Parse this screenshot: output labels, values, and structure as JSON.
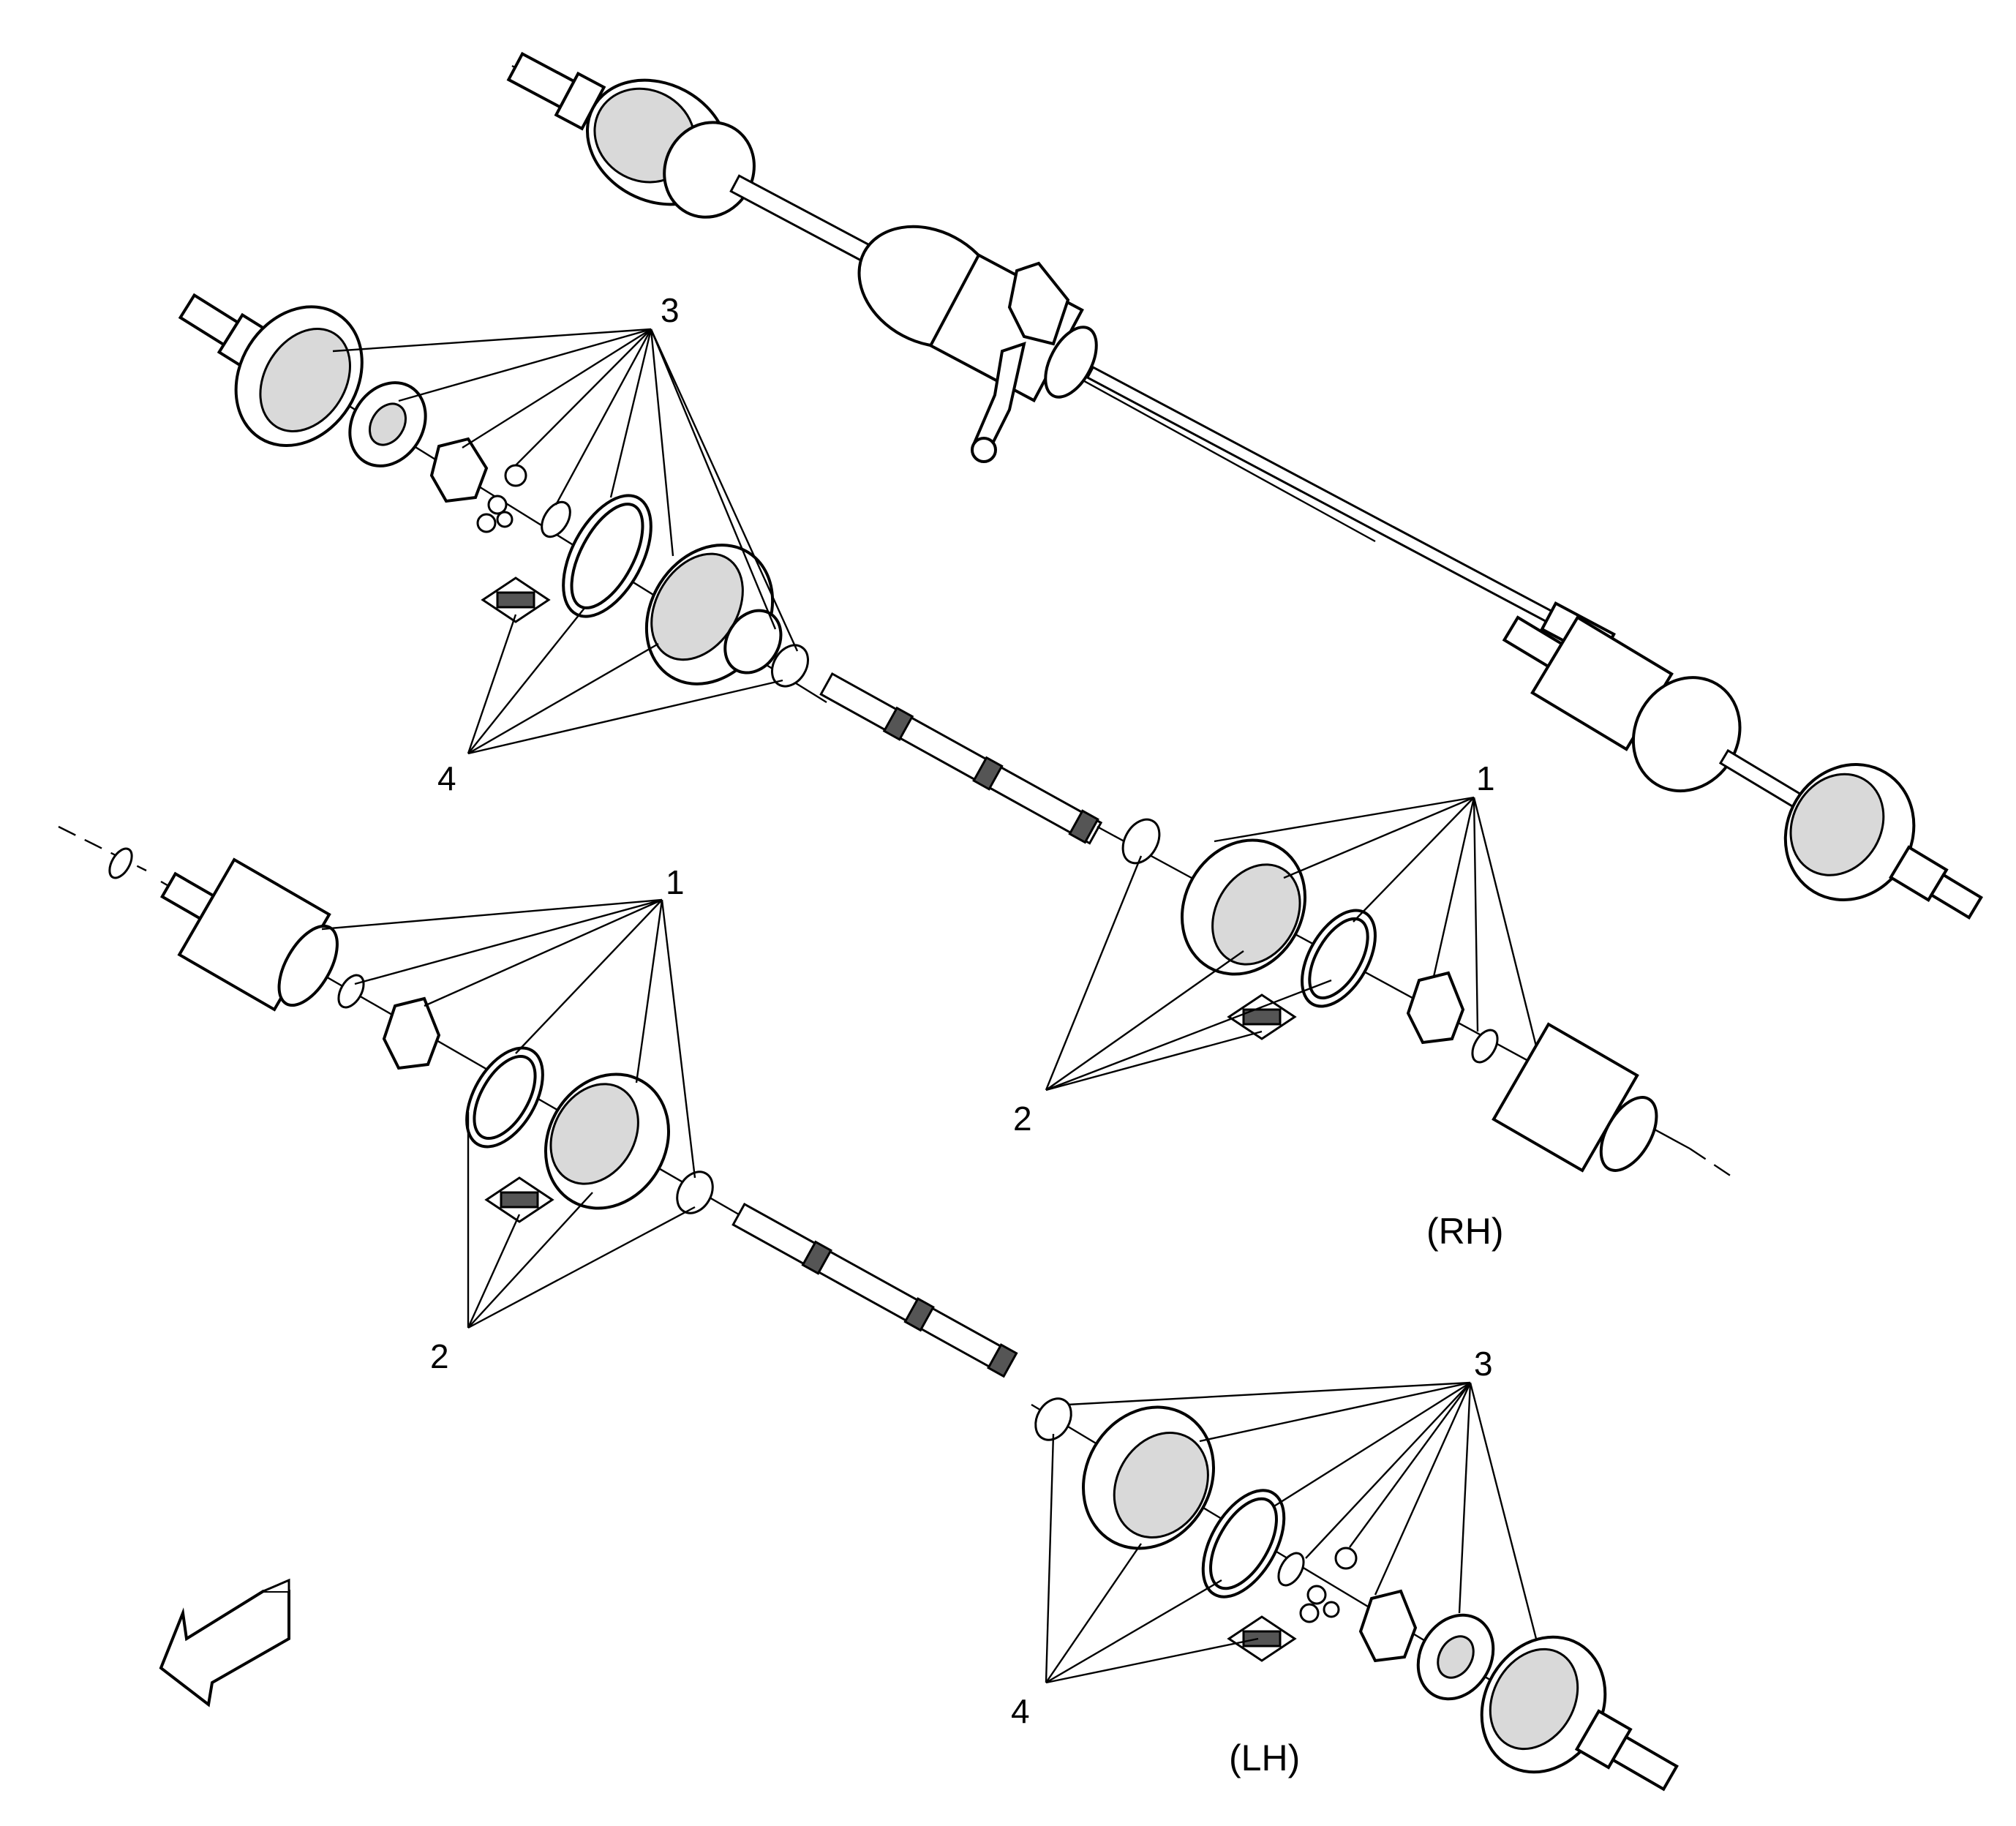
{
  "labels": {
    "rh": "(RH)",
    "lh": "(LH)"
  },
  "callouts": {
    "top_3": "3",
    "top_4": "4",
    "rh_1": "1",
    "rh_2": "2",
    "lh_1": "1",
    "lh_2": "2",
    "lh_3": "3",
    "lh_4": "4"
  },
  "icons": {
    "grease": "grease-packet-icon",
    "direction": "front-direction-arrow-icon"
  },
  "colors": {
    "line": "#000000",
    "background": "#ffffff",
    "shade": "#d9d9d9"
  }
}
